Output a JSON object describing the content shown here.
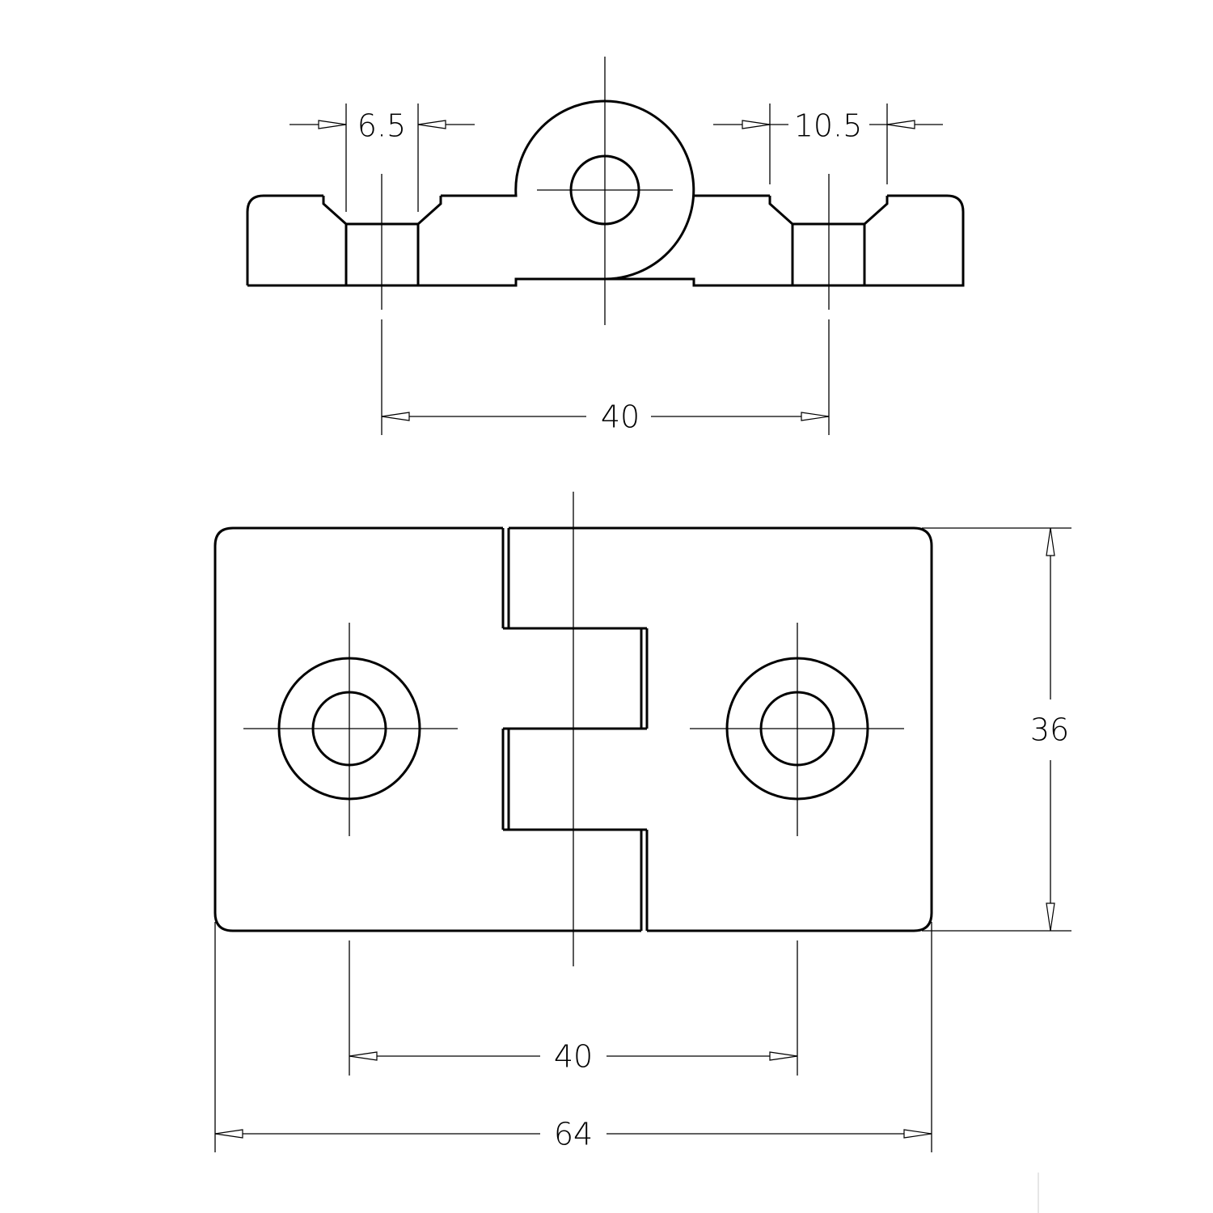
{
  "top_view": {
    "dim_countersink_inner": "6.5",
    "dim_countersink_outer": "10.5",
    "dim_hole_spacing": "40"
  },
  "bottom_view": {
    "dim_hole_spacing": "40",
    "dim_width": "64",
    "dim_height": "36"
  }
}
